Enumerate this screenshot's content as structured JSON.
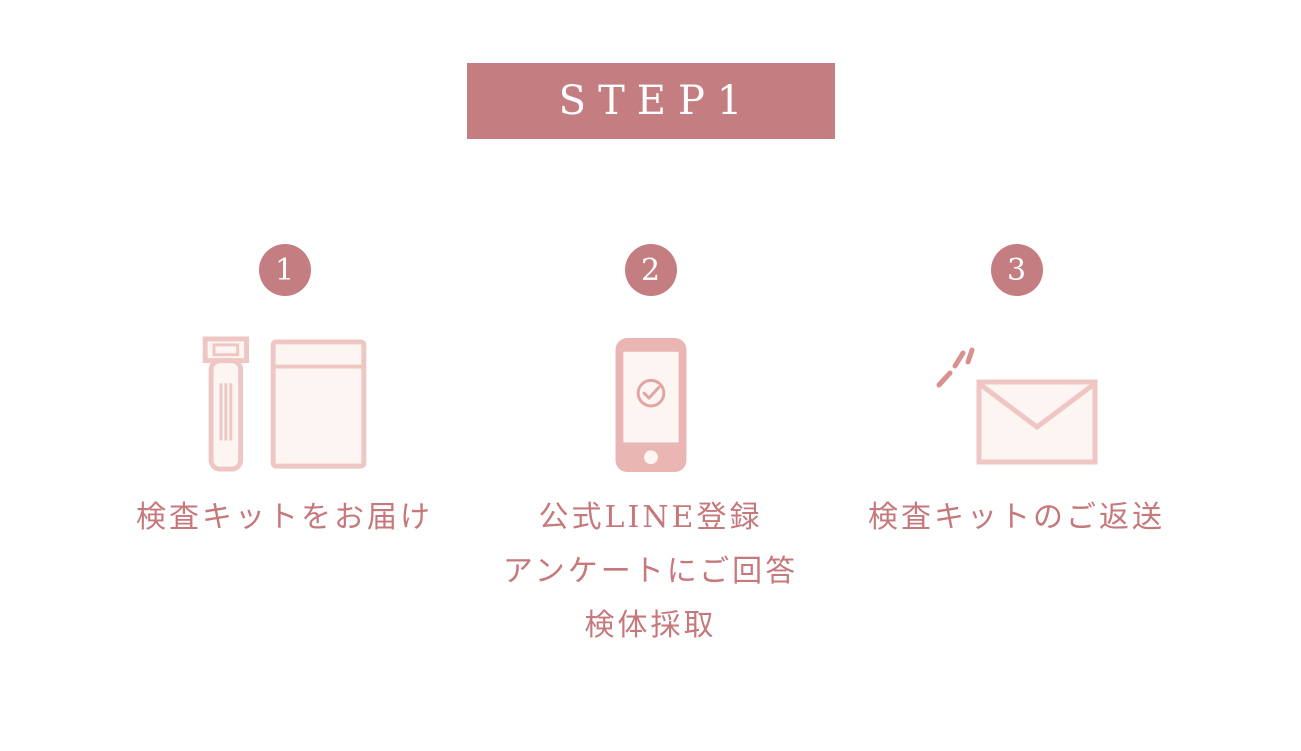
{
  "header": {
    "step_label": "STEP1"
  },
  "steps": [
    {
      "number": "1",
      "icon": "test-kit-icon",
      "lines": [
        "検査キットをお届け"
      ]
    },
    {
      "number": "2",
      "icon": "phone-check-icon",
      "lines": [
        "公式LINE登録",
        "アンケートにご回答",
        "検体採取"
      ]
    },
    {
      "number": "3",
      "icon": "envelope-send-icon",
      "lines": [
        "検査キットのご返送"
      ]
    }
  ],
  "colors": {
    "rose": "#c47d80",
    "text_rose": "#c5797d",
    "icon_outline": "#eec6c4",
    "icon_fill": "#fdf5f2",
    "phone_body": "#e9b6b4",
    "phone_detail": "#e2a5a3",
    "motion_dash": "#d8918f",
    "background": "#ffffff"
  }
}
